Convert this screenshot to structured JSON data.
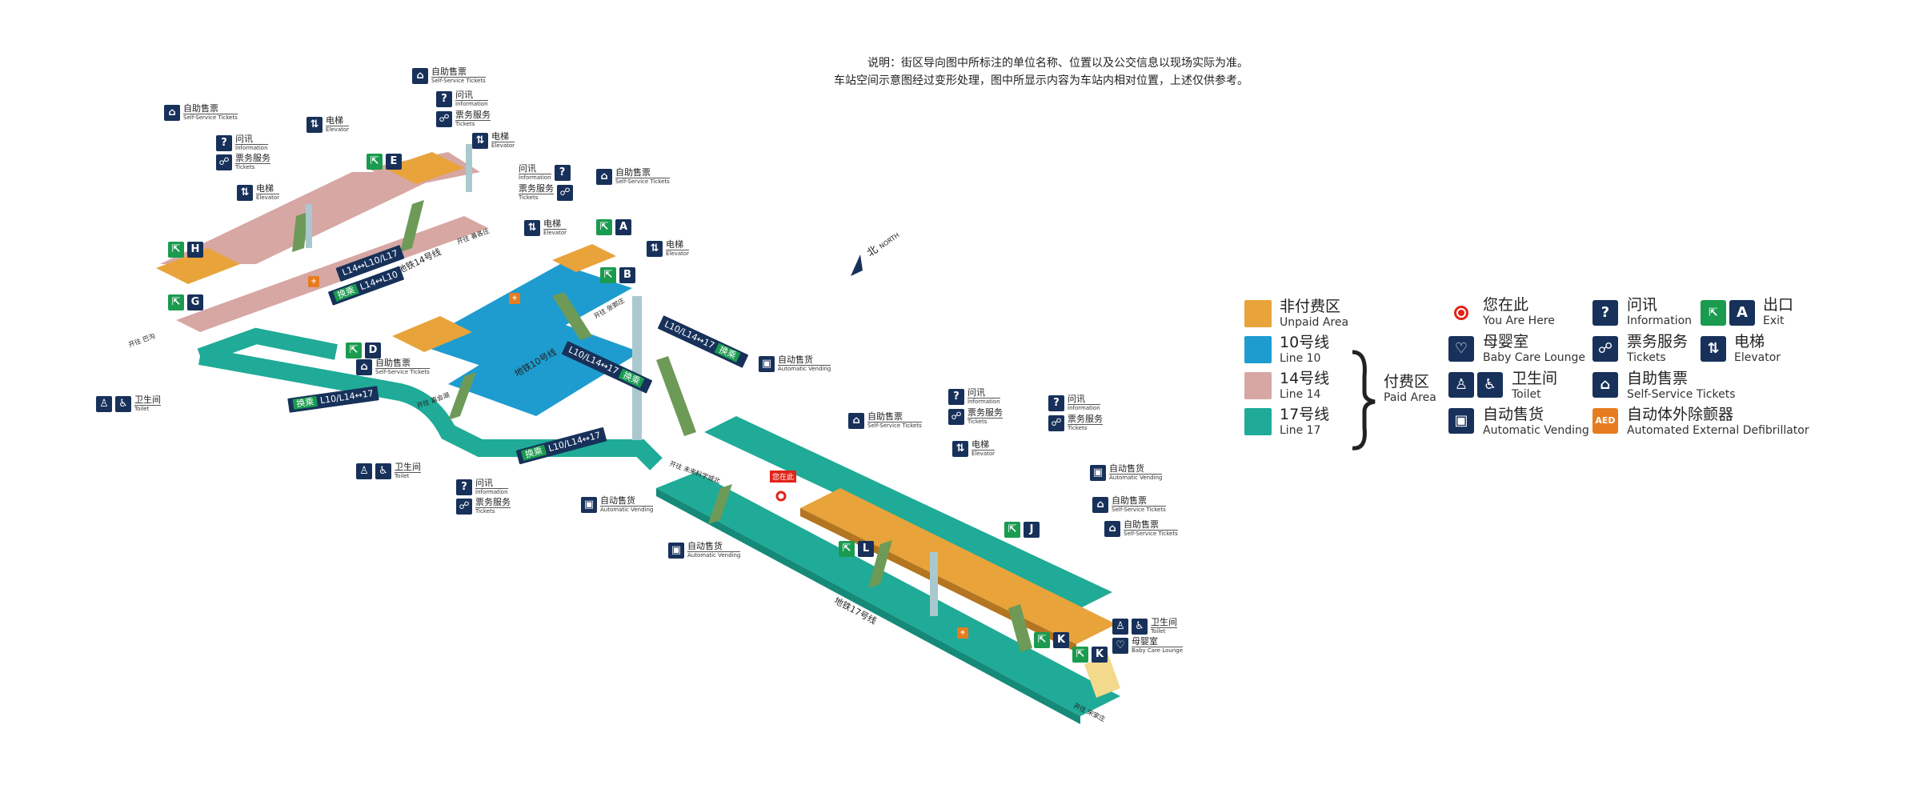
{
  "notes": {
    "line1": "说明：街区导向图中所标注的单位名称、位置以及公交信息以现场实际为准。",
    "line2": "车站空间示意图经过变形处理，图中所显示内容为车站内相对位置，上述仅供参考。"
  },
  "compass": {
    "zh": "北",
    "en": "NORTH"
  },
  "colors": {
    "unpaid": "#e8a33a",
    "line10": "#1e9ccf",
    "line14": "#d7a7a3",
    "line17": "#1fab97",
    "navy": "#17315a",
    "exit_green": "#1a9b4f",
    "aed_orange": "#e67c1f",
    "you_are_here": "#e2231a"
  },
  "legend": {
    "areas": [
      {
        "zh": "非付费区",
        "en": "Unpaid Area",
        "color": "#e8a33a"
      },
      {
        "zh": "10号线",
        "en": "Line 10",
        "color": "#1e9ccf"
      },
      {
        "zh": "14号线",
        "en": "Line 14",
        "color": "#d7a7a3"
      },
      {
        "zh": "17号线",
        "en": "Line 17",
        "color": "#1fab97"
      }
    ],
    "paid": {
      "zh": "付费区",
      "en": "Paid Area"
    },
    "icons_col1": [
      {
        "icon": "you-are-here-icon",
        "zh": "您在此",
        "en": "You Are Here"
      },
      {
        "icon": "baby-care-icon",
        "zh": "母婴室",
        "en": "Baby Care Lounge"
      },
      {
        "icon": "toilet-icon",
        "zh": "卫生间",
        "en": "Toilet"
      },
      {
        "icon": "vending-icon",
        "zh": "自动售货",
        "en": "Automatic Vending"
      }
    ],
    "icons_col2": [
      {
        "icon": "information-icon",
        "zh": "问讯",
        "en": "Information"
      },
      {
        "icon": "tickets-icon",
        "zh": "票务服务",
        "en": "Tickets"
      },
      {
        "icon": "self-service-icon",
        "zh": "自助售票",
        "en": "Self-Service Tickets"
      },
      {
        "icon": "aed-icon",
        "zh": "自动体外除颤器",
        "en": "Automated External Defibrillator"
      }
    ],
    "icons_col3": [
      {
        "icon": "exit-icon",
        "zh": "出口",
        "en": "Exit",
        "letter": "A"
      },
      {
        "icon": "elevator-icon",
        "zh": "电梯",
        "en": "Elevator"
      }
    ]
  },
  "labels": {
    "self_service": {
      "zh": "自助售票",
      "en": "Self-Service Tickets"
    },
    "information": {
      "zh": "问讯",
      "en": "Information"
    },
    "tickets": {
      "zh": "票务服务",
      "en": "Tickets"
    },
    "elevator": {
      "zh": "电梯",
      "en": "Elevator"
    },
    "toilet": {
      "zh": "卫生间",
      "en": "Toilet"
    },
    "vending": {
      "zh": "自动售货",
      "en": "Automatic Vending"
    },
    "baby_care": {
      "zh": "母婴室",
      "en": "Baby Care Lounge"
    }
  },
  "exits": [
    "A",
    "B",
    "D",
    "E",
    "G",
    "H",
    "J",
    "K",
    "K",
    "L"
  ],
  "transfers": {
    "t1": "L14↔L10/L17",
    "t2": "换乘",
    "t3": "L14↔L10",
    "t4": "L10/L14↔17",
    "t5": "L10/L14↔17",
    "t6": "L10/L14↔17",
    "t7": "L10/L14↔17"
  },
  "line_names": {
    "l14": "地铁14号线",
    "l10": "地铁10号线",
    "l17": "地铁17号线"
  },
  "directions": {
    "d1": "开往 善各庄",
    "d2": "开往 张郭庄",
    "d3": "开往 巴沟",
    "d4": "开往 未来科学城北",
    "d5": "开往 嘉会湖",
    "d6": "开往 宋家庄"
  },
  "you_are_here": "您在此"
}
